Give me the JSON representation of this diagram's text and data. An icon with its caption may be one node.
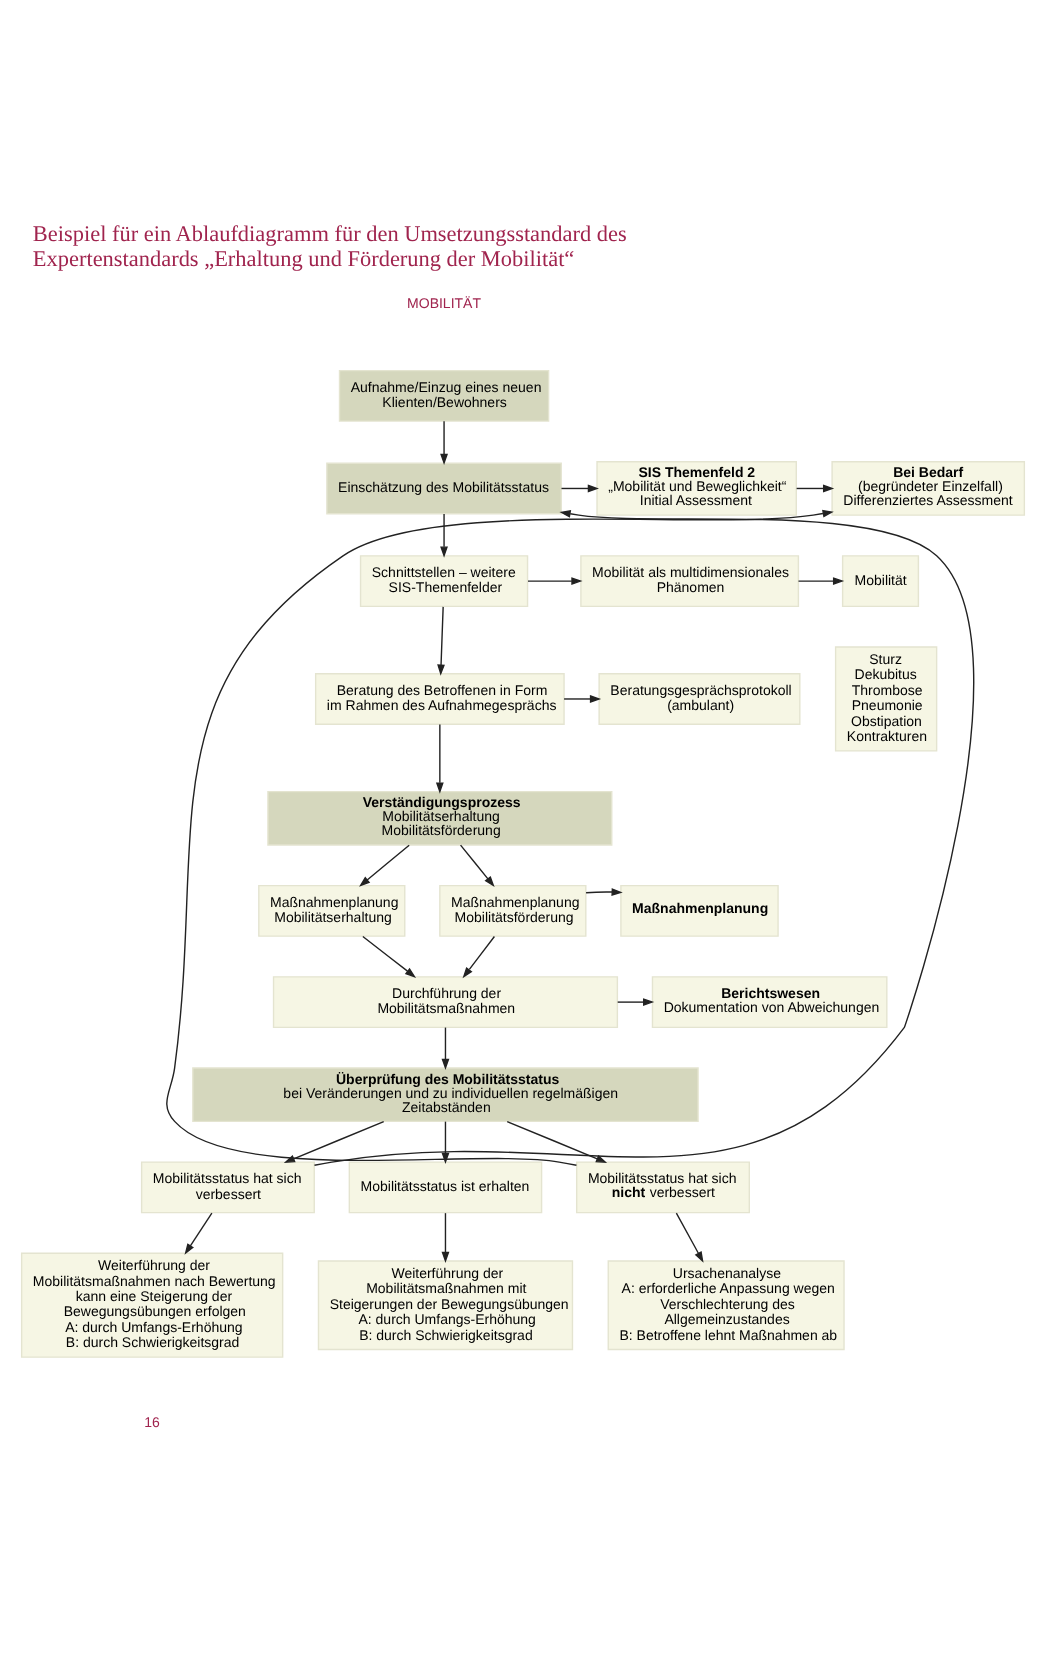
{
  "diagram": {
    "title": "Beispiel für ein Ablaufdiagramm für den Umsetzungsstandard des Expertenstandards „Erhaltung und Förderung der Mobilität“",
    "nodes": [
      {
        "text": [
          "Aufnahme/Einzug eines neuen Klienten/Bewohners"
        ]
      },
      {
        "text": [
          "Einschätzung des Mobilitätsstatus"
        ]
      },
      {
        "text": [
          "SIS Themenfeld 2",
          "„Mobilität und Beweglichkeit“",
          "Initial Assessment"
        ]
      },
      {
        "text": [
          "Bei Bedarf",
          "(begründeter Einzelfall)",
          "Differenziertes Assessment"
        ]
      },
      {
        "text": [
          "Schnittstellen – weitere SIS-Themenfelder"
        ]
      },
      {
        "text": [
          "Mobilität als multidimensionales Phänomen"
        ]
      },
      {
        "text": [
          "Mobilität"
        ]
      },
      {
        "text": [
          "Sturz",
          "Dekubitus",
          "Thrombose",
          "Pneumonie",
          "Obstipation",
          "Kontrakturen"
        ]
      },
      {
        "text": [
          "Beratung des Betroffenen in Form im Rahmen des Aufnahmegesprächs"
        ]
      },
      {
        "text": [
          "Beratungsgesprächsprotokoll (ambulant)"
        ]
      },
      {
        "text": [
          "Verständigungsprozess",
          "Mobilitätserhaltung",
          "Mobilitätsförderung"
        ]
      },
      {
        "text": [
          "Maßnahmenplanung Mobilitätserhaltung"
        ]
      },
      {
        "text": [
          "Maßnahmenplanung Mobilitätsförderung"
        ]
      },
      {
        "text": [
          "Maßnahmenplanung"
        ]
      },
      {
        "text": [
          "Durchführung der Mobilitätsmaßnahmen"
        ]
      },
      {
        "text": [
          "Berichtswesen",
          "Dokumentation von Abweichungen"
        ]
      },
      {
        "text": [
          "Überprüfung des Mobilitätsstatus",
          "bei Veränderungen und zu individuellen regelmäßigen Zeitabständen"
        ]
      },
      {
        "text": [
          "Mobilitätsstatus hat sich verbessert"
        ]
      },
      {
        "text": [
          "Mobilitätsstatus ist erhalten"
        ]
      },
      {
        "text": [
          "Mobilitätsstatus hat sich **nicht** verbessert"
        ]
      },
      {
        "text": [
          "Weiterführung der Mobilitätsmaßnahmen nach Bewertung kann eine Steigerung der Bewegungsübungen erfolgen",
          "A: durch Umfangs-Erhöhung",
          "B: durch Schwierigkeitsgrad"
        ]
      },
      {
        "text": [
          "Weiterführung der Mobilitätsmaßnahmen mit Steigerungen der Bewegungsübungen",
          "A: durch Umfangs-Erhöhung",
          "B: durch Schwierigkeitsgrad"
        ]
      },
      {
        "text": [
          "Ursachenanalyse",
          "A: erforderliche Anpassung wegen Verschlechterung des Allgemeinzustandes",
          "B: Betroffene lehnt Maßnahmen ab"
        ]
      }
    ],
    "edges": [
      {
        "from": 0,
        "to": 1,
        "arrow": "to"
      },
      {
        "from": 1,
        "to": 2,
        "arrow": "to"
      },
      {
        "from": 2,
        "to": 3,
        "arrow": "to"
      },
      {
        "from": 1,
        "to": 4,
        "arrow": "to"
      },
      {
        "from": 4,
        "to": 5,
        "arrow": "to"
      },
      {
        "from": 5,
        "to": 6,
        "arrow": "to"
      },
      {
        "from": 4,
        "to": 8,
        "arrow": "to"
      },
      {
        "from": 8,
        "to": 9,
        "arrow": "to"
      },
      {
        "from": 8,
        "to": 10,
        "arrow": "to"
      },
      {
        "from": 10,
        "to": 11,
        "arrow": "to"
      },
      {
        "from": 10,
        "to": 12,
        "arrow": "to"
      },
      {
        "from": 12,
        "to": 13,
        "arrow": "to"
      },
      {
        "from": 11,
        "to": 14,
        "arrow": "to"
      },
      {
        "from": 12,
        "to": 14,
        "arrow": "to"
      },
      {
        "from": 14,
        "to": 15,
        "arrow": "to"
      },
      {
        "from": 14,
        "to": 16,
        "arrow": "to"
      },
      {
        "from": 16,
        "to": 17,
        "arrow": "to"
      },
      {
        "from": 16,
        "to": 18,
        "arrow": "to"
      },
      {
        "from": 16,
        "to": 19,
        "arrow": "to"
      },
      {
        "from": 17,
        "to": 20,
        "arrow": "to"
      },
      {
        "from": 18,
        "to": 21,
        "arrow": "to"
      },
      {
        "from": 19,
        "to": 22,
        "arrow": "to"
      },
      {
        "from": 17,
        "to": 1,
        "arrow": "to"
      },
      {
        "from": 19,
        "to": 3,
        "arrow": "to"
      }
    ],
    "labels": [
      "MOBILITÄT",
      "16"
    ]
  }
}
